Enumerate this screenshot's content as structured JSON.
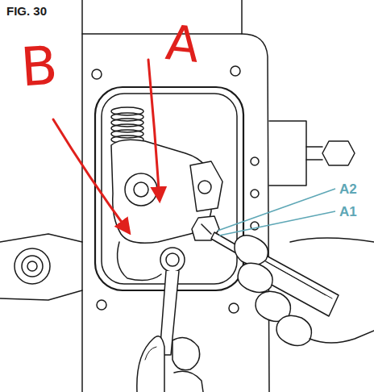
{
  "diagram": {
    "title": "FIG. 30",
    "labels": [
      "B",
      "A",
      "A2",
      "A1"
    ]
  }
}
